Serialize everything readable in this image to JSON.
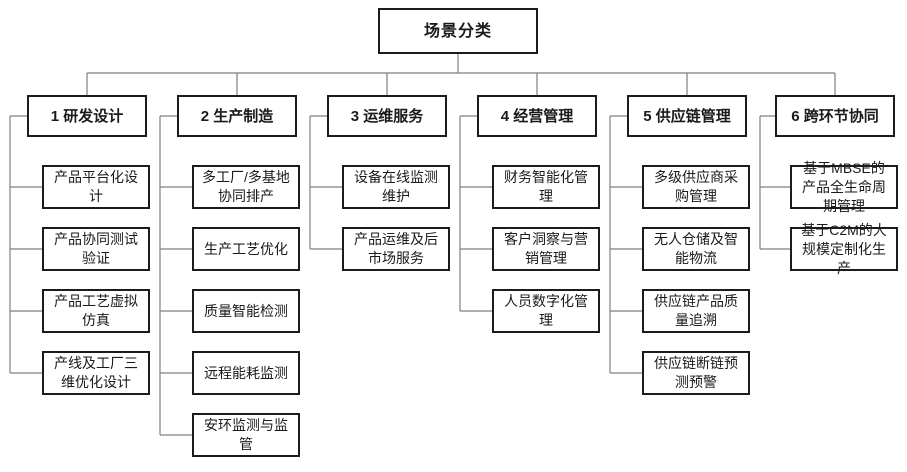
{
  "diagram": {
    "type": "tree-flowchart",
    "root": {
      "label": "场景分类"
    },
    "columns": [
      {
        "header": "1 研发设计",
        "children": [
          "产品平台化设计",
          "产品协同测试验证",
          "产品工艺虚拟仿真",
          "产线及工厂三维优化设计"
        ]
      },
      {
        "header": "2 生产制造",
        "children": [
          "多工厂/多基地协同排产",
          "生产工艺优化",
          "质量智能检测",
          "远程能耗监测",
          "安环监测与监管"
        ]
      },
      {
        "header": "3 运维服务",
        "children": [
          "设备在线监测维护",
          "产品运维及后市场服务"
        ]
      },
      {
        "header": "4 经营管理",
        "children": [
          "财务智能化管理",
          "客户洞察与营销管理",
          "人员数字化管理"
        ]
      },
      {
        "header": "5 供应链管理",
        "children": [
          "多级供应商采购管理",
          "无人仓储及智能物流",
          "供应链产品质量追溯",
          "供应链断链预测预警"
        ]
      },
      {
        "header": "6 跨环节协同",
        "children": [
          "基于MBSE的产品全生命周期管理",
          "基于C2M的大规模定制化生产"
        ]
      }
    ],
    "colors": {
      "background": "#ffffff",
      "box_border": "#1c1c1c",
      "connector": "#7f7f7f",
      "text": "#1a1a1a"
    }
  }
}
